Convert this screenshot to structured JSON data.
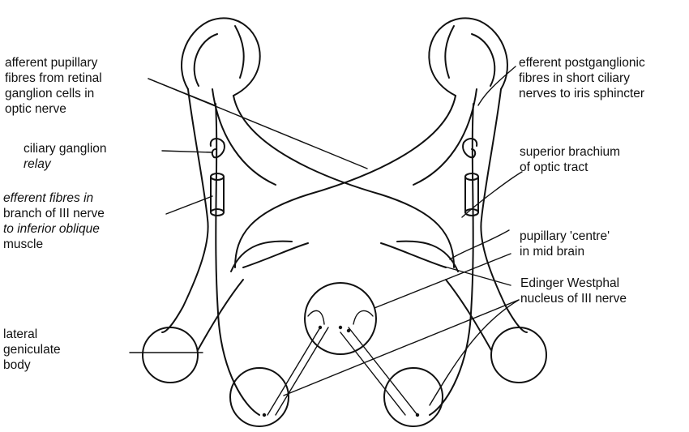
{
  "labels": {
    "afferent_pupillary": [
      "afferent pupillary",
      "fibres from retinal",
      "ganglion cells in",
      "optic nerve"
    ],
    "ciliary_ganglion": [
      "ciliary ganglion",
      "relay"
    ],
    "efferent_fibres": [
      "efferent fibres in",
      "branch of III nerve",
      "to inferior oblique",
      "muscle"
    ],
    "lateral_geniculate": [
      "lateral",
      "geniculate",
      "body"
    ],
    "efferent_postganglionic": [
      "efferent postganglionic",
      "fibres in short ciliary",
      "nerves to iris sphincter"
    ],
    "superior_brachium": [
      "superior brachium",
      "of optic tract"
    ],
    "pupillary_centre": [
      "pupillary 'centre'",
      "in mid brain"
    ],
    "edinger_westphal": [
      "Edinger Westphal",
      "nucleus of III nerve"
    ]
  }
}
